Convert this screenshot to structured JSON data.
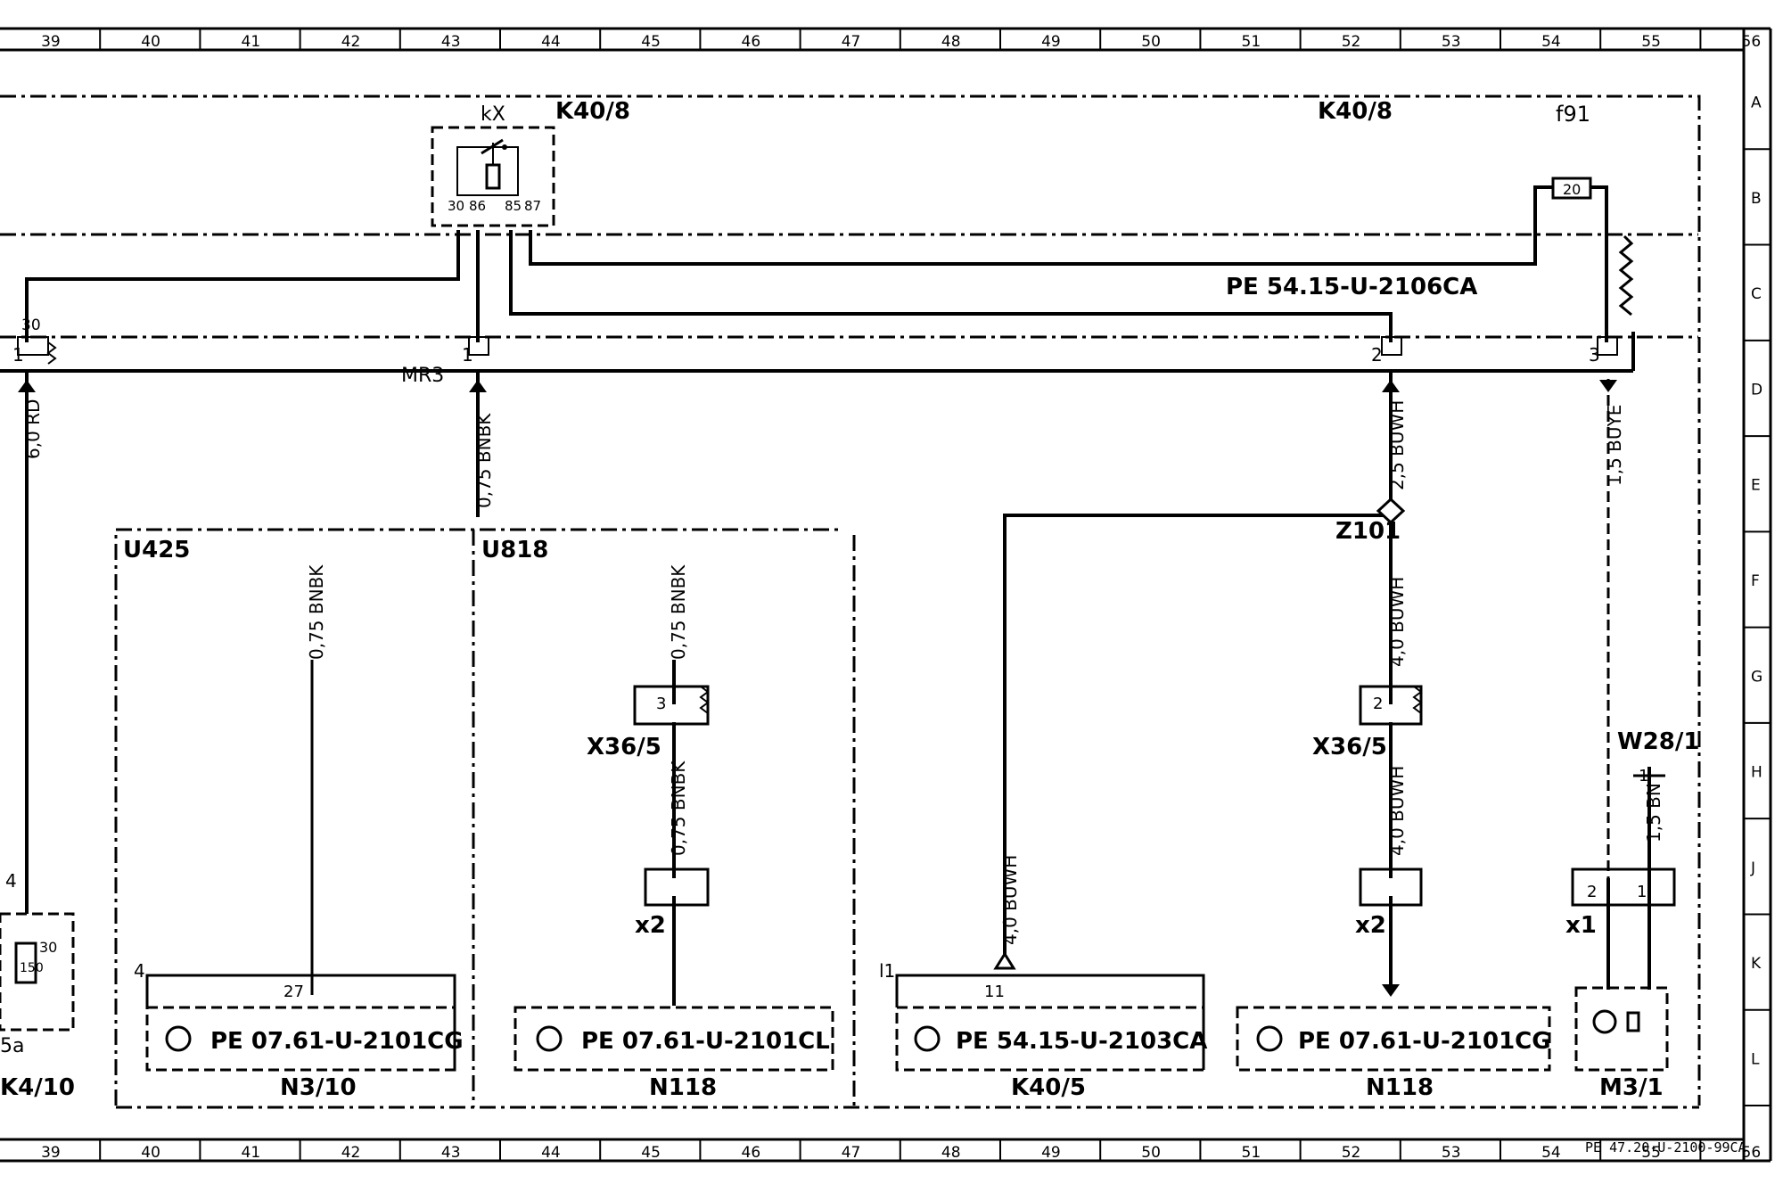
{
  "sheet": {
    "columns": [
      "39",
      "40",
      "41",
      "42",
      "43",
      "44",
      "45",
      "46",
      "47",
      "48",
      "49",
      "50",
      "51",
      "52",
      "53",
      "54",
      "55",
      "56"
    ],
    "rows": [
      "A",
      "B",
      "C",
      "D",
      "E",
      "F",
      "G",
      "H",
      "J",
      "K",
      "L"
    ],
    "drawing_number": "PE 47.20-U-2100-99CA"
  },
  "components": {
    "relay_tag": "kX",
    "relay_ref_left": "K40/8",
    "relay_ref_right": "K40/8",
    "fuse_ref": "f91",
    "fuse_value": "20",
    "relay_pins": [
      "30",
      "86",
      "85",
      "87"
    ],
    "k4_10_pin": "30",
    "k4_10_fuse": "150",
    "k4_10_label": "K4/10",
    "k4_10_bottom": "5a",
    "k4_10_pin_top": "4",
    "mr3": "MR3",
    "z101": "Z101",
    "w28_1": "W28/1",
    "u425": "U425",
    "u818": "U818",
    "x36_5_a": "X36/5",
    "x36_5_b": "X36/5",
    "x2_a": "x2",
    "x2_b": "x2",
    "x1": "x1",
    "n3_10": "N3/10",
    "n118_a": "N118",
    "k40_5": "K40/5",
    "n118_b": "N118",
    "m3_1": "M3/1"
  },
  "pins": {
    "p30": "30",
    "p1_left": "1",
    "p1_mr3": "1",
    "p2": "2",
    "p3": "3",
    "p27": "27",
    "p4": "4",
    "p11": "11",
    "pl1": "l1",
    "x36a_pin": "3",
    "x36b_pin": "2",
    "x1_p2": "2",
    "x1_p1": "1",
    "w28_pin": "1"
  },
  "wires": {
    "w_rd": "6,0 RD",
    "w_bnbk_main": "0,75 BNBK",
    "w_buwh_main": "2,5 BUWH",
    "w_buye": "1,5 BUYE",
    "w_bnbk_u425": "0,75 BNBK",
    "w_bnbk_u818a": "0,75 BNBK",
    "w_bnbk_u818b": "0,75 BNBK",
    "w_buwh_40a": "4,0 BUWH",
    "w_buwh_40b": "4,0 BUWH",
    "w_buwh_k405": "4,0 BUWH",
    "w_bn": "1,5 BN"
  },
  "references": {
    "ref_top": "PE 54.15-U-2106CA",
    "ref_n310": "PE 07.61-U-2101CG",
    "ref_n118a": "PE 07.61-U-2101CL",
    "ref_k405": "PE 54.15-U-2103CA",
    "ref_n118b": "PE 07.61-U-2101CG"
  }
}
